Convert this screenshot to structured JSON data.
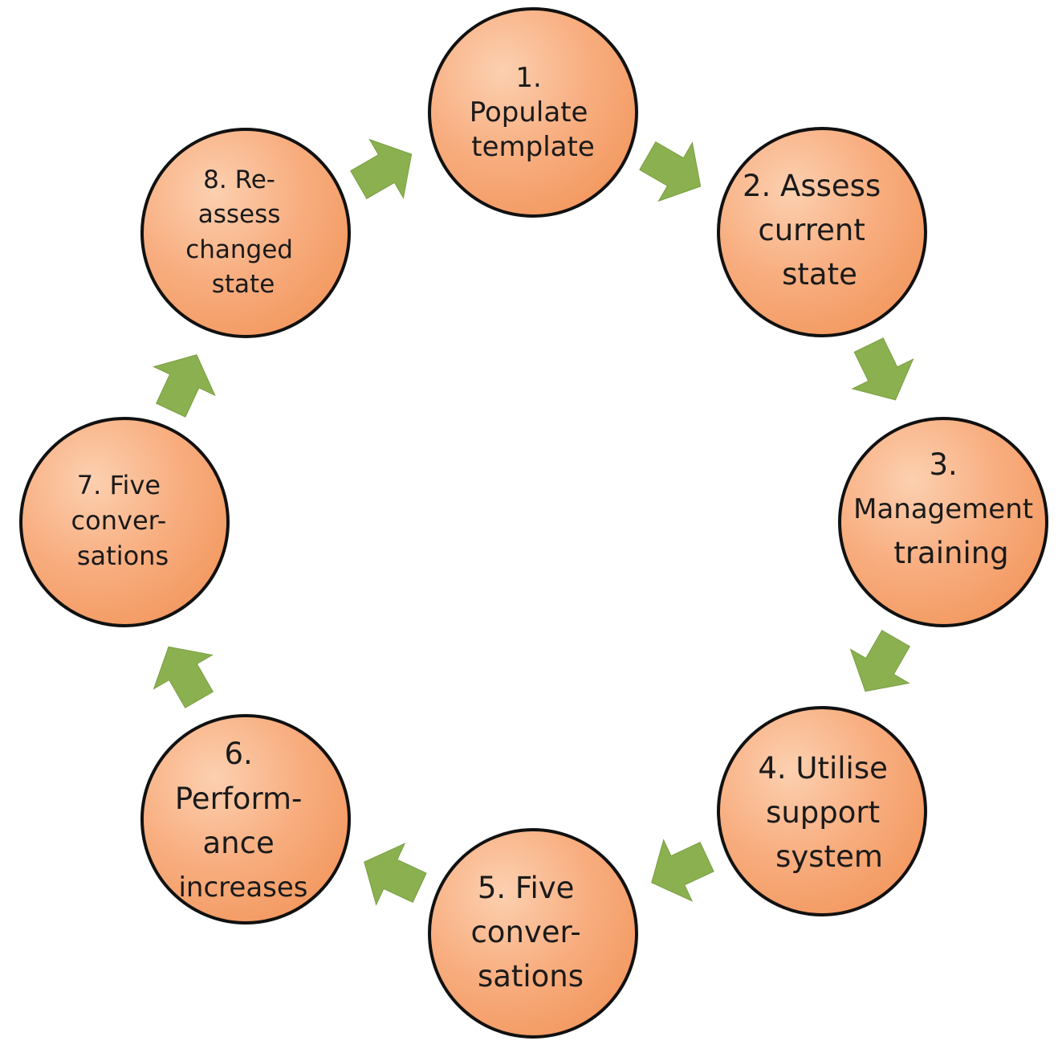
{
  "colors": {
    "node_fill_light": "#fbc09a",
    "node_fill_dark": "#f59a65",
    "node_stroke": "#111111",
    "arrow_fill": "#8bb04f",
    "text": "#1a1a1a"
  },
  "steps": [
    {
      "lines": [
        "1.",
        "Populate",
        "template"
      ]
    },
    {
      "lines": [
        "2. Assess",
        "current",
        "state"
      ]
    },
    {
      "lines": [
        "3.",
        "Management",
        "training"
      ]
    },
    {
      "lines": [
        "4. Utilise",
        "support",
        "system"
      ]
    },
    {
      "lines": [
        "5. Five",
        "conver-",
        "sations"
      ]
    },
    {
      "lines": [
        "6.",
        "Perform-",
        "ance",
        "increases"
      ]
    },
    {
      "lines": [
        "7. Five",
        "conver-",
        "sations"
      ]
    },
    {
      "lines": [
        "8. Re-",
        "assess",
        "changed",
        "state"
      ]
    }
  ],
  "arrows": [
    {
      "from": "1",
      "to": "2"
    },
    {
      "from": "2",
      "to": "3"
    },
    {
      "from": "3",
      "to": "4"
    },
    {
      "from": "4",
      "to": "5"
    },
    {
      "from": "5",
      "to": "6"
    },
    {
      "from": "6",
      "to": "7"
    },
    {
      "from": "7",
      "to": "8"
    },
    {
      "from": "8",
      "to": "1"
    }
  ]
}
